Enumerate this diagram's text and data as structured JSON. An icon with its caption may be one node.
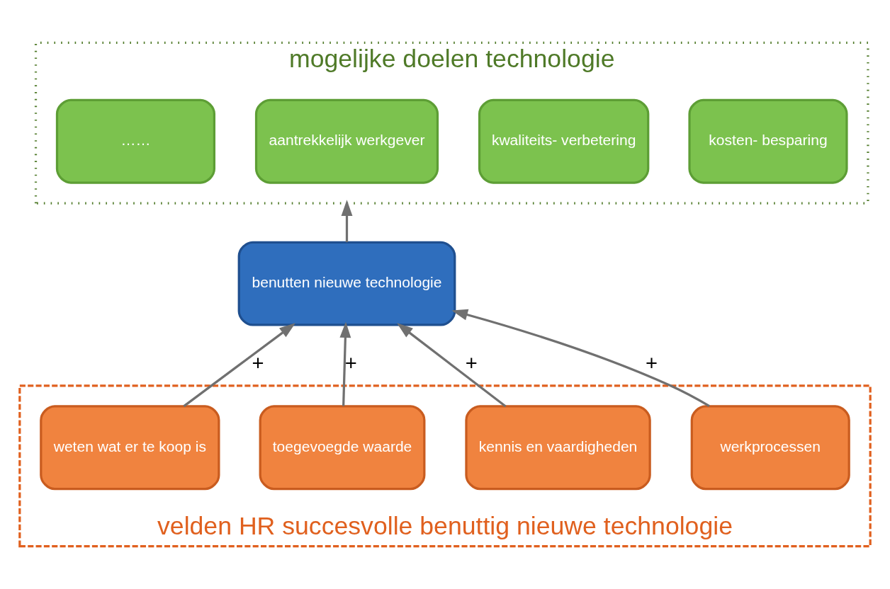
{
  "diagram": {
    "nodes": [
      {
        "text": [
          "mogelijke doelen technologie"
        ]
      },
      {
        "text": [
          "kosten- besparing"
        ],
        "in": 0
      },
      {
        "text": [
          "kwaliteits- verbetering"
        ],
        "in": 0
      },
      {
        "text": [
          "aantrekkelijk werkgever"
        ],
        "in": 0
      },
      {
        "text": [
          "……"
        ],
        "in": 0
      },
      {
        "text": [
          "benutten nieuwe technologie"
        ]
      },
      {
        "text": [
          "velden HR succesvolle benuttig nieuwe technologie"
        ]
      },
      {
        "text": [
          "weten wat er te koop is"
        ],
        "in": 6
      },
      {
        "text": [
          "toegevoegde waarde"
        ],
        "in": 6
      },
      {
        "text": [
          "kennis en vaardigheden"
        ],
        "in": 6
      },
      {
        "text": [
          "werkprocessen"
        ],
        "in": 6
      }
    ],
    "edges": [
      {
        "from": 5,
        "to": 0,
        "arrow": "to"
      },
      {
        "from": 7,
        "to": 5,
        "arrow": "to",
        "label": "+"
      },
      {
        "from": 8,
        "to": 5,
        "arrow": "to",
        "label": "+"
      },
      {
        "from": 9,
        "to": 5,
        "arrow": "to",
        "label": "+"
      },
      {
        "from": 10,
        "to": 5,
        "arrow": "to",
        "label": "+"
      }
    ]
  }
}
